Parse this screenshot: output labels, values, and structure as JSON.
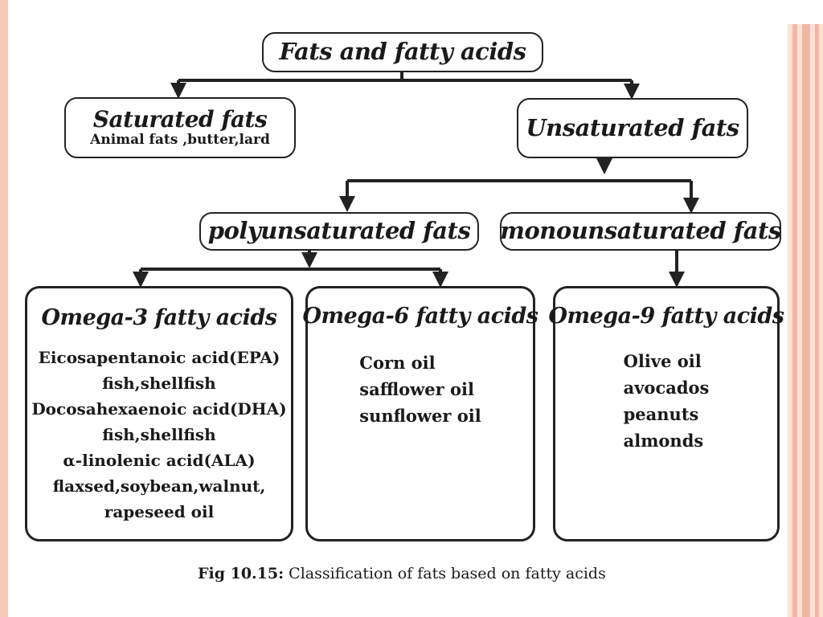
{
  "diagram": {
    "root": {
      "title": "Fats and fatty acids"
    },
    "saturated": {
      "title": "Saturated fats",
      "examples": "Animal fats ,butter,lard"
    },
    "unsaturated": {
      "title": "Unsaturated fats"
    },
    "polyunsaturated": {
      "title": "polyunsaturated fats"
    },
    "monounsaturated": {
      "title": "monounsaturated fats"
    },
    "omega3": {
      "title": "Omega-3 fatty acids",
      "items": [
        "Eicosapentanoic acid(EPA)",
        "fish,shellfish",
        "Docosahexaenoic acid(DHA)",
        "fish,shellfish",
        "α-linolenic acid(ALA)",
        "flaxsed,soybean,walnut,",
        "rapeseed oil"
      ]
    },
    "omega6": {
      "title": "Omega-6 fatty acids",
      "items": [
        "Corn oil",
        "safflower oil",
        "sunflower oil"
      ]
    },
    "omega9": {
      "title": "Omega-9 fatty acids",
      "items": [
        "Olive oil",
        "avocados",
        "peanuts",
        "almonds"
      ]
    }
  },
  "caption": {
    "label": "Fig 10.15:",
    "text": "Classification of fats based on fatty acids"
  },
  "colors": {
    "border": "#222222",
    "slide_accent": "#f2b7a3",
    "slide_accent_light": "#fbe1d6"
  }
}
